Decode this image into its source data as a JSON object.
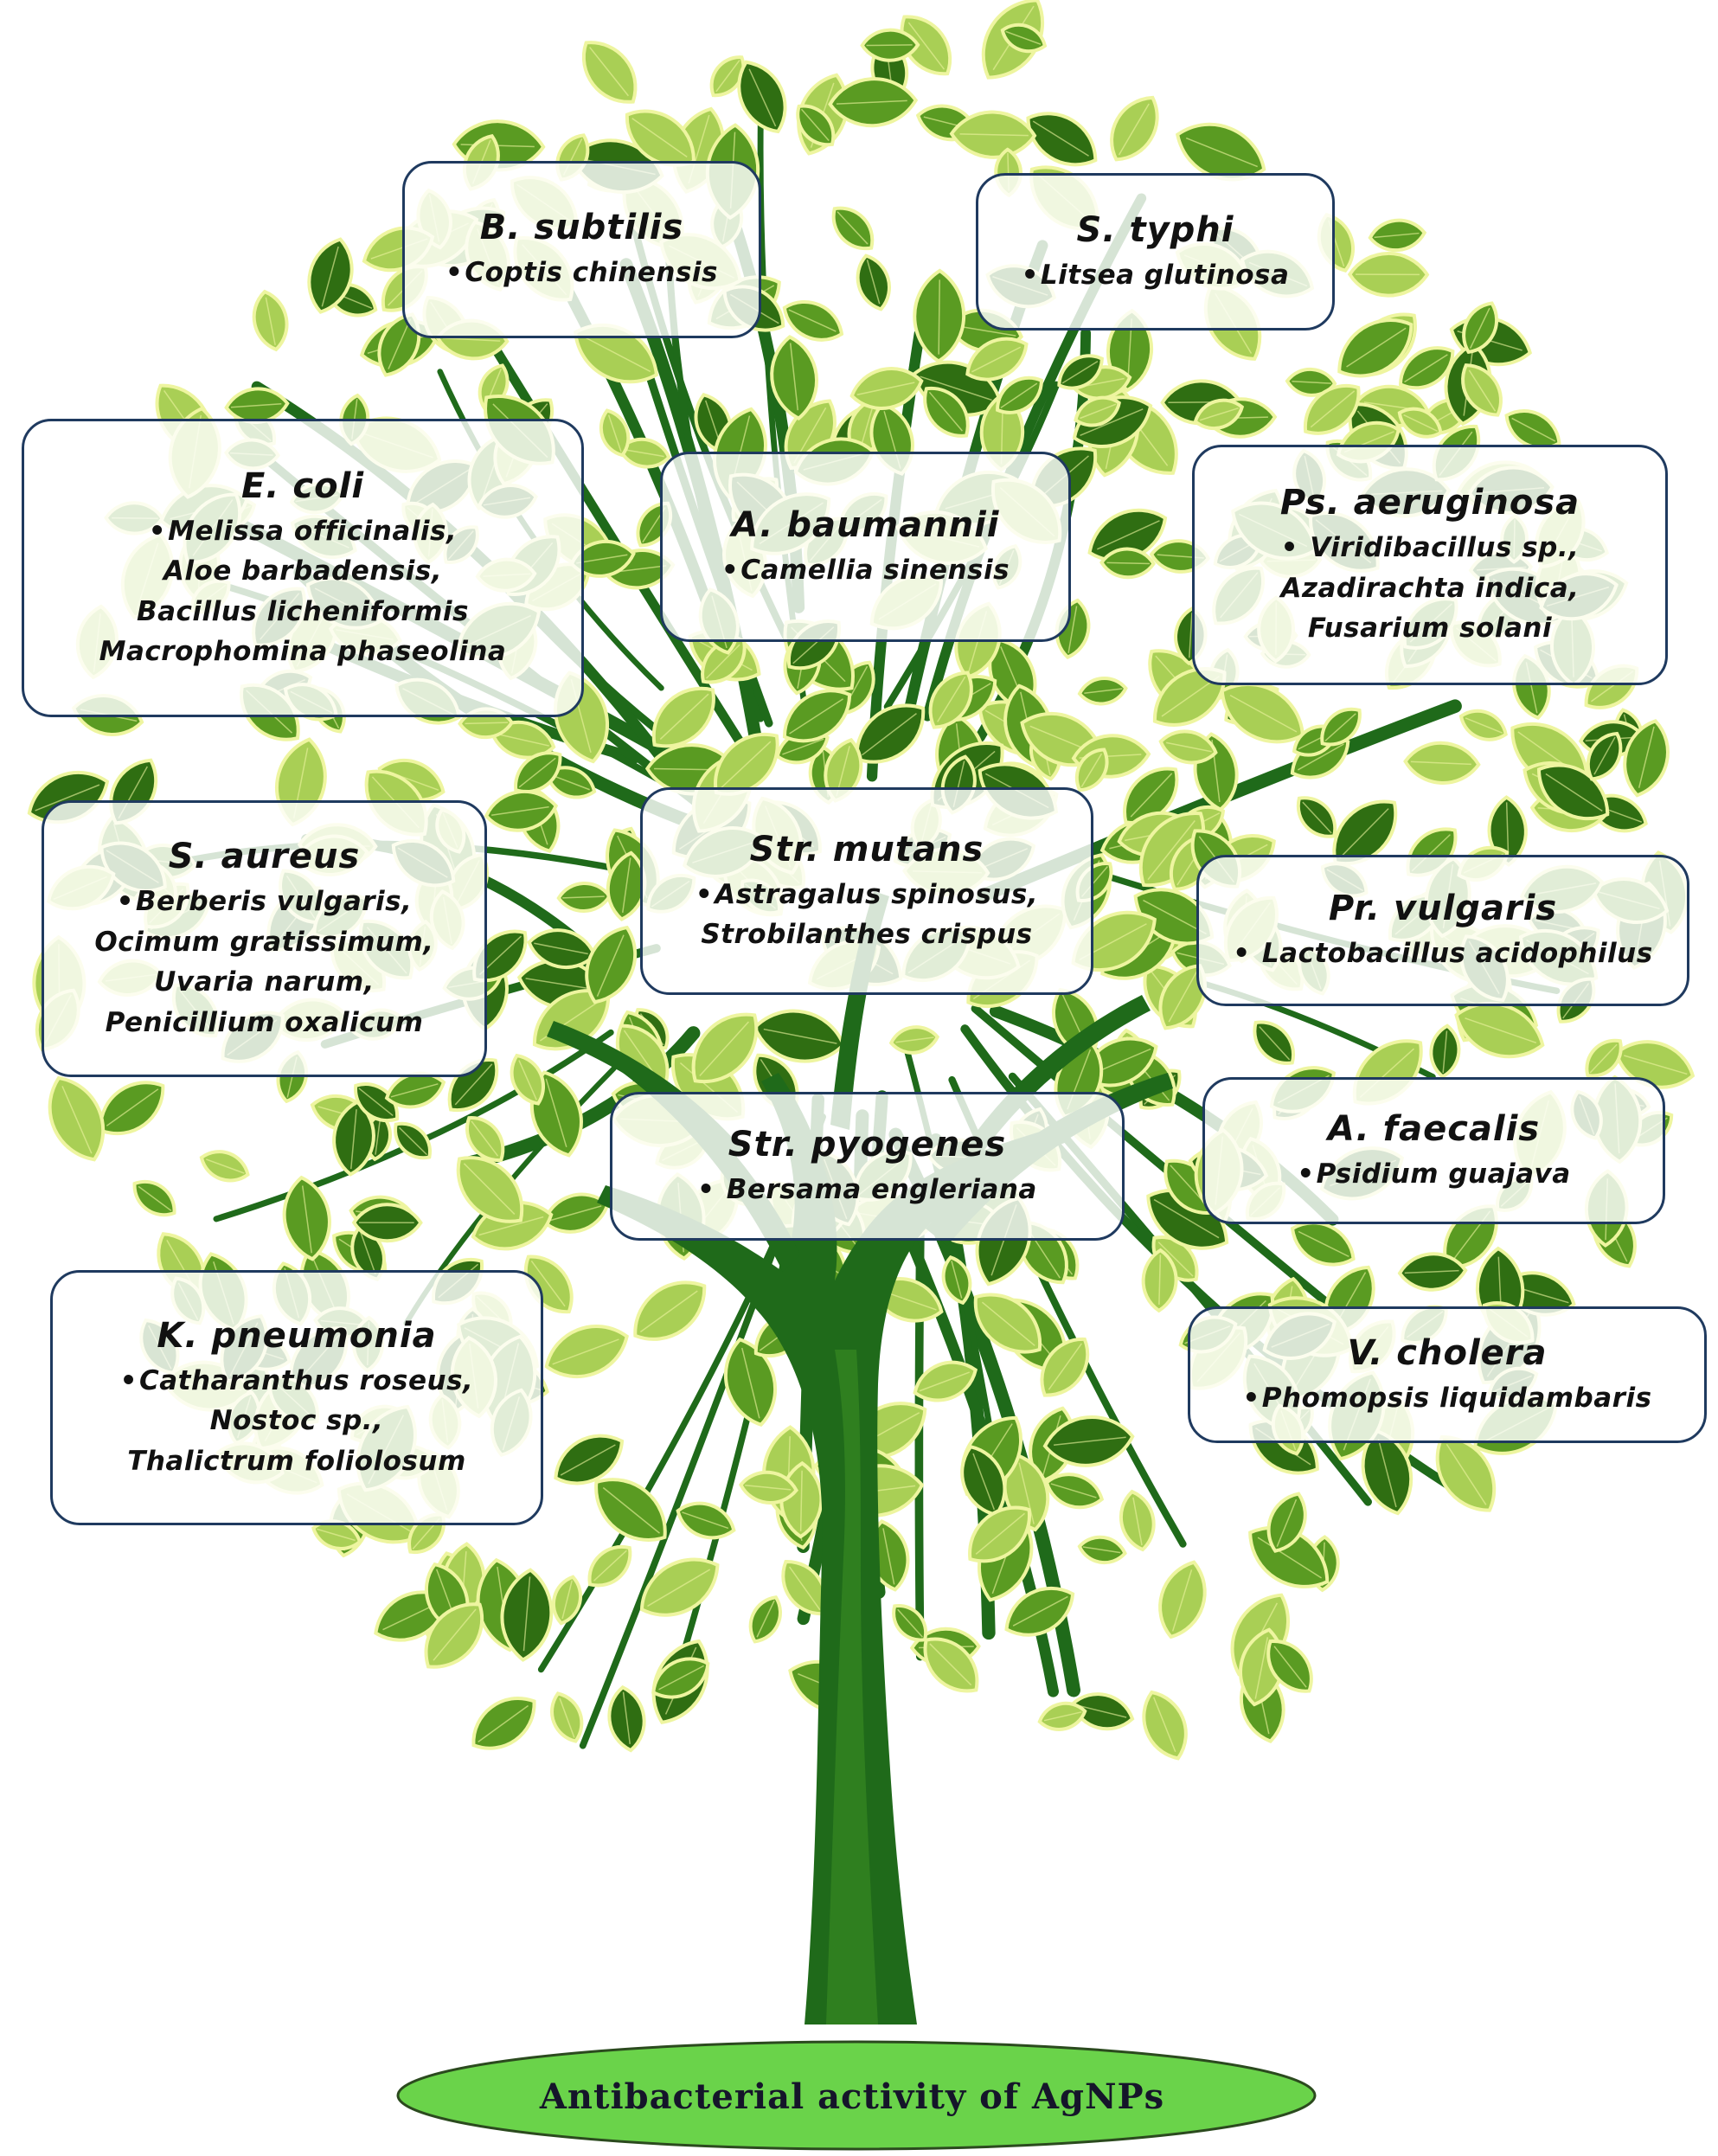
{
  "base_label": "Antibacterial activity of AgNPs",
  "colors": {
    "leaf_dark": "#2f6e12",
    "leaf_mid": "#5a9b22",
    "leaf_light": "#a9cf55",
    "leaf_rim": "#eef5a0",
    "trunk": "#1f6a1a",
    "trunk_light": "#3d8f25",
    "base_fill": "#6ad34a",
    "box_border": "#1f3a5f"
  },
  "boxes": [
    {
      "id": "b-subtilis",
      "title": "B. subtilis",
      "items": [
        "Coptis chinensis"
      ]
    },
    {
      "id": "s-typhi",
      "title": "S. typhi",
      "items": [
        "Litsea glutinosa"
      ]
    },
    {
      "id": "e-coli",
      "title": "E. coli",
      "items": [
        "Melissa officinalis,",
        "Aloe barbadensis,",
        "Bacillus licheniformis",
        "Macrophomina phaseolina"
      ]
    },
    {
      "id": "a-baumannii",
      "title": "A. baumannii",
      "items": [
        "Camellia sinensis"
      ]
    },
    {
      "id": "ps-aeruginosa",
      "title": "Ps. aeruginosa",
      "items": [
        " Viridibacillus sp.,",
        "Azadirachta indica,",
        "Fusarium solani"
      ]
    },
    {
      "id": "s-aureus",
      "title": "S. aureus",
      "items": [
        "Berberis vulgaris,",
        "Ocimum gratissimum,",
        "Uvaria narum,",
        "Penicillium oxalicum"
      ]
    },
    {
      "id": "str-mutans",
      "title": "Str. mutans",
      "items": [
        "Astragalus spinosus,",
        "Strobilanthes crispus"
      ]
    },
    {
      "id": "pr-vulgaris",
      "title": "Pr. vulgaris",
      "items": [
        " Lactobacillus acidophilus"
      ]
    },
    {
      "id": "str-pyogenes",
      "title": "Str. pyogenes",
      "items": [
        " Bersama engleriana"
      ]
    },
    {
      "id": "a-faecalis",
      "title": "A. faecalis",
      "items": [
        "Psidium guajava"
      ]
    },
    {
      "id": "k-pneumonia",
      "title": "K. pneumonia",
      "items": [
        "Catharanthus roseus,",
        "Nostoc sp.,",
        "Thalictrum foliolosum"
      ]
    },
    {
      "id": "v-cholera",
      "title": "V. cholera",
      "items": [
        "Phomopsis liquidambaris"
      ]
    }
  ]
}
